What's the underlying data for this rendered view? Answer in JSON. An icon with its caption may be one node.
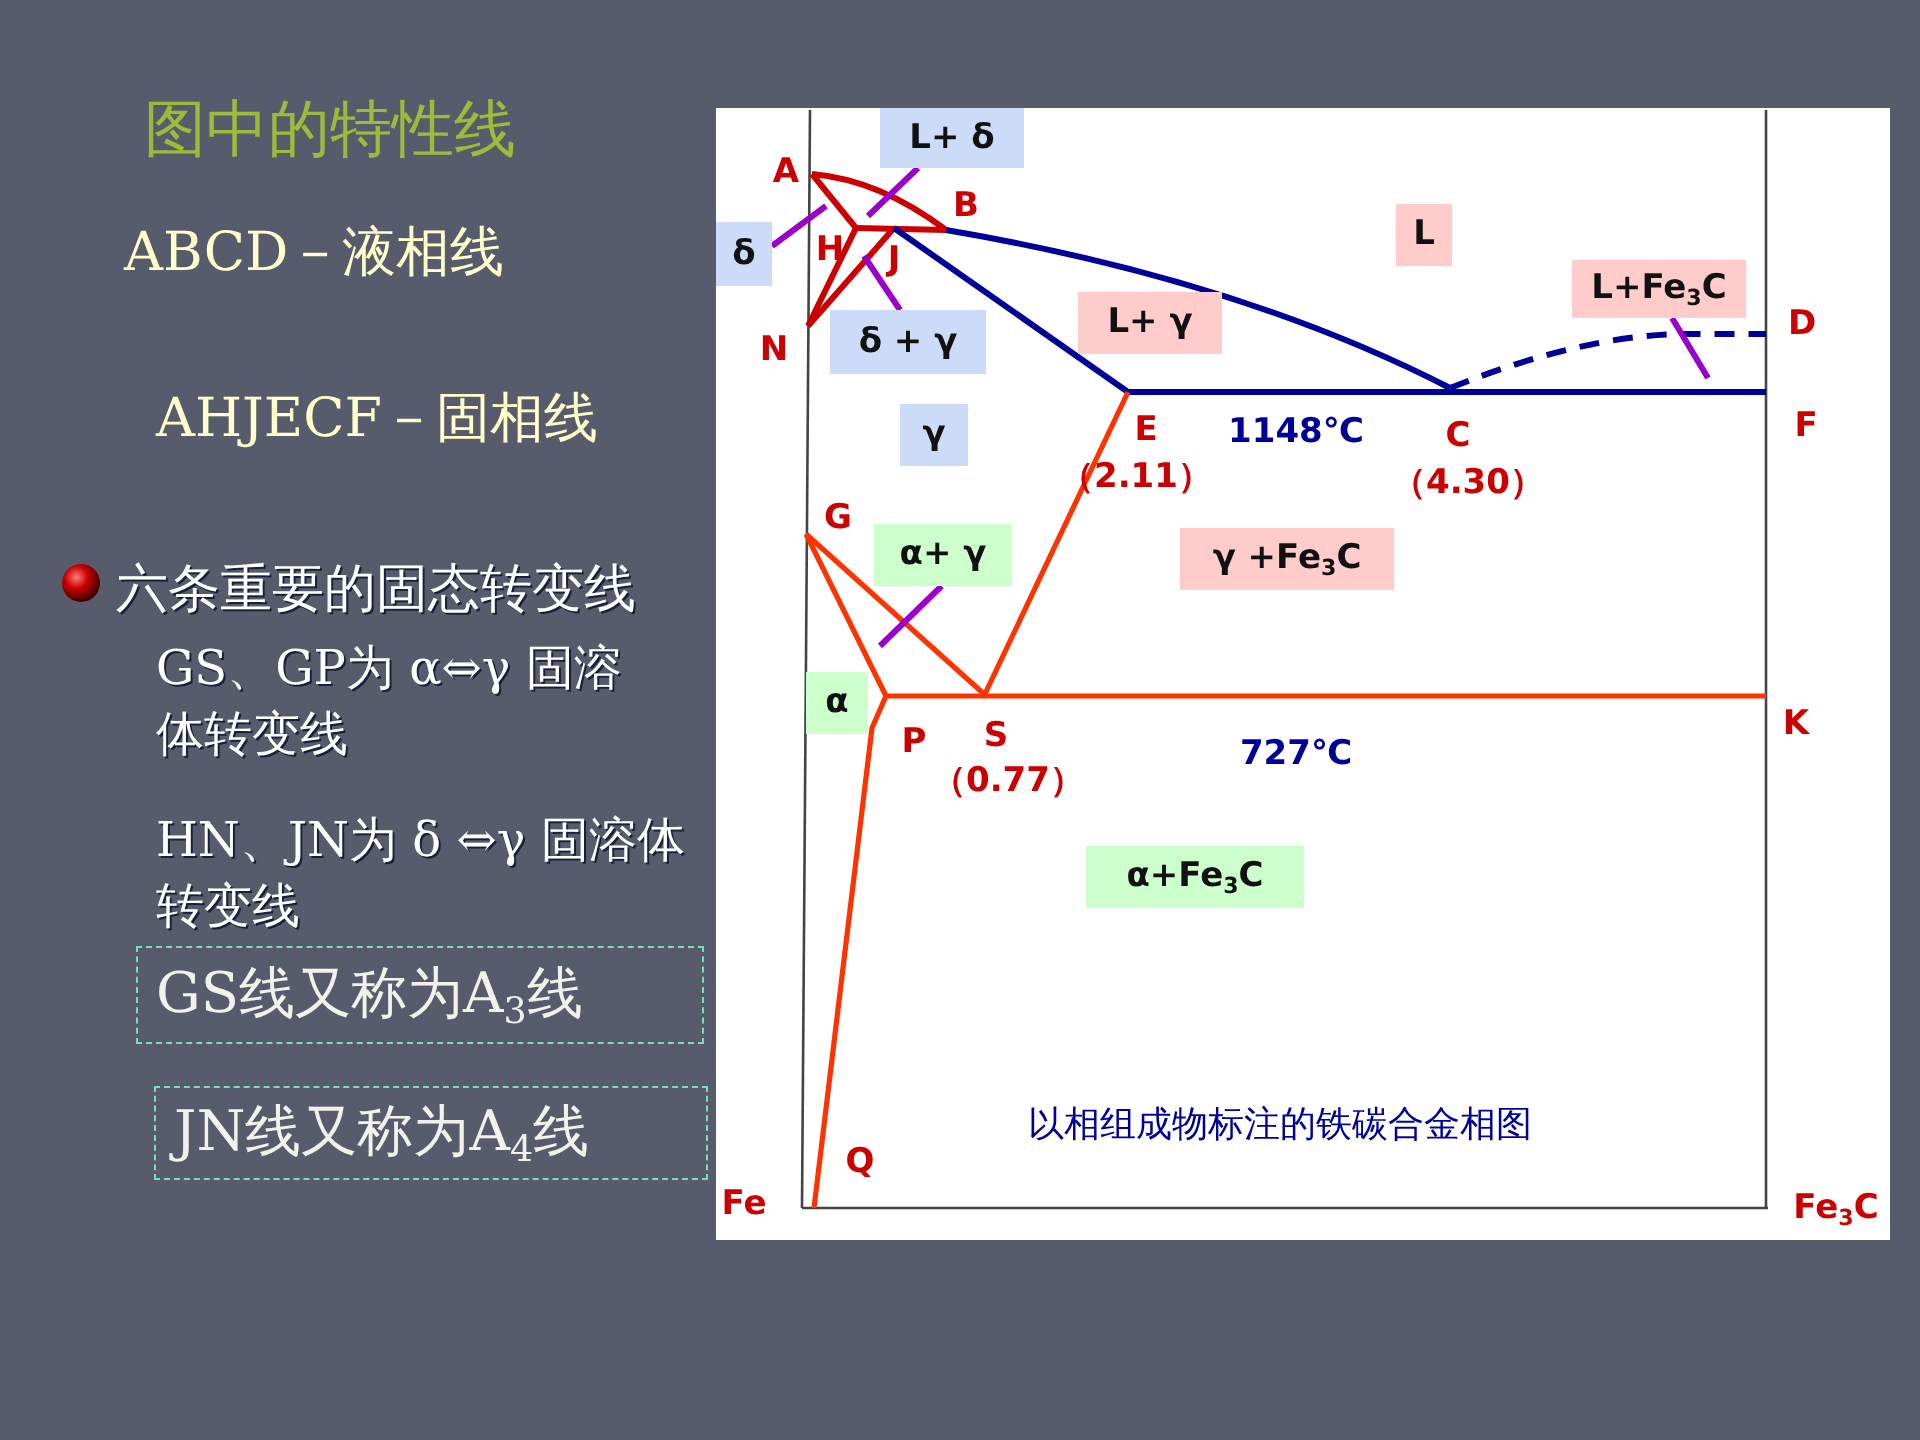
{
  "diagram": {
    "title": "图中的特性线",
    "caption": "以相组成物标注的铁碳合金相图",
    "nodes": [
      {
        "text": [
          "GS线又称为A$_{3}$线"
        ]
      },
      {
        "text": [
          "JN线又称为A$_{4}$线"
        ]
      },
      {
        "text": [
          "L+ δ"
        ]
      },
      {
        "text": [
          "L"
        ]
      },
      {
        "text": [
          "δ"
        ]
      },
      {
        "text": [
          "L+Fe$_{3}$C"
        ]
      },
      {
        "text": [
          "L+ γ"
        ]
      },
      {
        "text": [
          "δ + γ"
        ]
      },
      {
        "text": [
          "γ"
        ]
      },
      {
        "text": [
          "α+ γ"
        ]
      },
      {
        "text": [
          "γ +Fe$_{3}$C"
        ]
      },
      {
        "text": [
          "α"
        ]
      },
      {
        "text": [
          "α+Fe$_{3}$C"
        ]
      }
    ],
    "edges": [
      {
        "from": 2,
        "to": null,
        "arrow": "none"
      },
      {
        "from": 4,
        "to": null,
        "arrow": "none"
      },
      {
        "from": 5,
        "to": null,
        "arrow": "none"
      },
      {
        "from": 7,
        "to": null,
        "arrow": "none"
      },
      {
        "from": 9,
        "to": null,
        "arrow": "none"
      }
    ],
    "labels": [
      "ABCD－液相线",
      "AHJECF－固相线",
      "六条重要的固态转变线",
      "GS、GP为 α⇔γ 固溶体转变线",
      "HN、JN为 δ ⇔γ 固溶体转变线",
      "A",
      "B",
      "H",
      "J",
      "D",
      "N",
      "E",
      "1148℃",
      "C",
      "F",
      "（2.11）",
      "（4.30）",
      "G",
      "P",
      "S",
      "727℃",
      "K",
      "（0.77）",
      "Q",
      "Fe",
      "Fe$_{3}$C"
    ]
  }
}
